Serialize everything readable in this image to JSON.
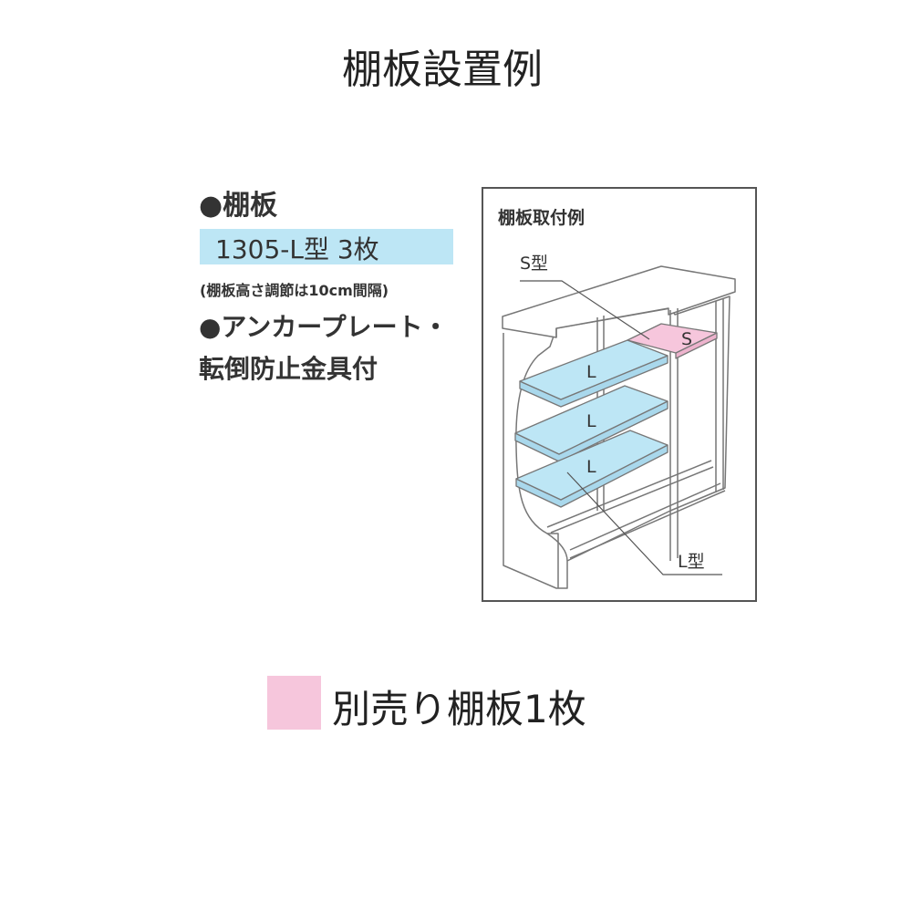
{
  "title": "棚板設置例",
  "spec": {
    "shelf_heading": "●棚板",
    "model": "1305-L型 3枚",
    "note": "(棚板高さ調節は10cm間隔)",
    "anchor_line1": "●アンカープレート・",
    "anchor_line2": "転倒防止金具付"
  },
  "diagram": {
    "title": "棚板取付例",
    "s_type_label": "S型",
    "l_type_label": "L型",
    "shelf_s": "S",
    "shelf_l": [
      "L",
      "L",
      "L"
    ],
    "colors": {
      "l_shelf": "#bde6f5",
      "s_shelf": "#f6c6dc"
    }
  },
  "legend": {
    "text": "別売り棚板1枚",
    "color": "#f6c6dc"
  }
}
